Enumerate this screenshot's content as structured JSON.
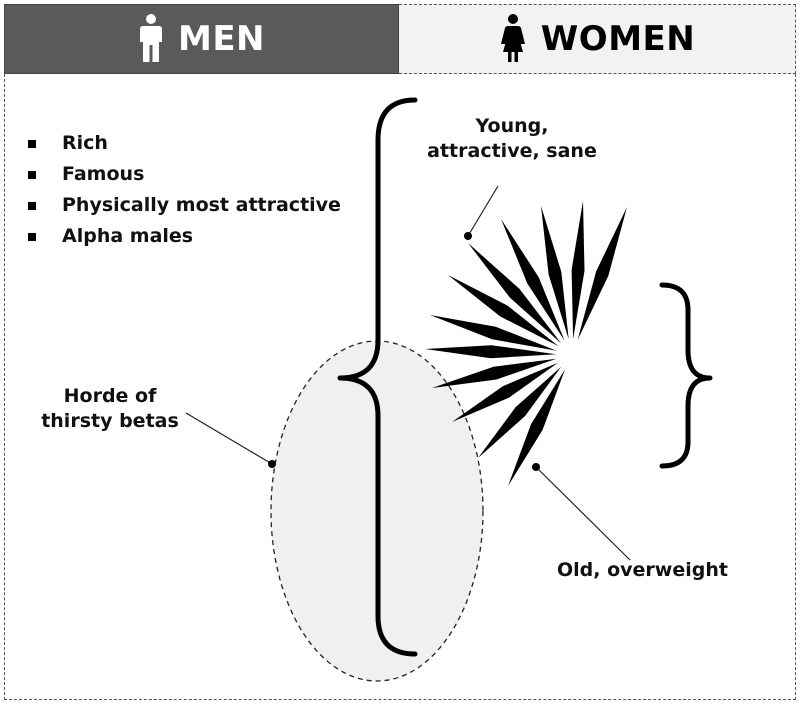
{
  "header": {
    "men_label": "MEN",
    "women_label": "WOMEN",
    "men_icon": "male-person-icon",
    "women_icon": "female-person-icon"
  },
  "men_traits": [
    "Rich",
    "Famous",
    "Physically most attractive",
    "Alpha males"
  ],
  "labels": {
    "young": [
      "Young,",
      "attractive, sane"
    ],
    "horde": [
      "Horde of",
      "thirsty betas"
    ],
    "old": "Old, overweight"
  },
  "colors": {
    "men_header_bg": "#5a5a5a",
    "women_header_bg": "#f2f2f2",
    "ellipse_fill": "#f0f0f0"
  }
}
